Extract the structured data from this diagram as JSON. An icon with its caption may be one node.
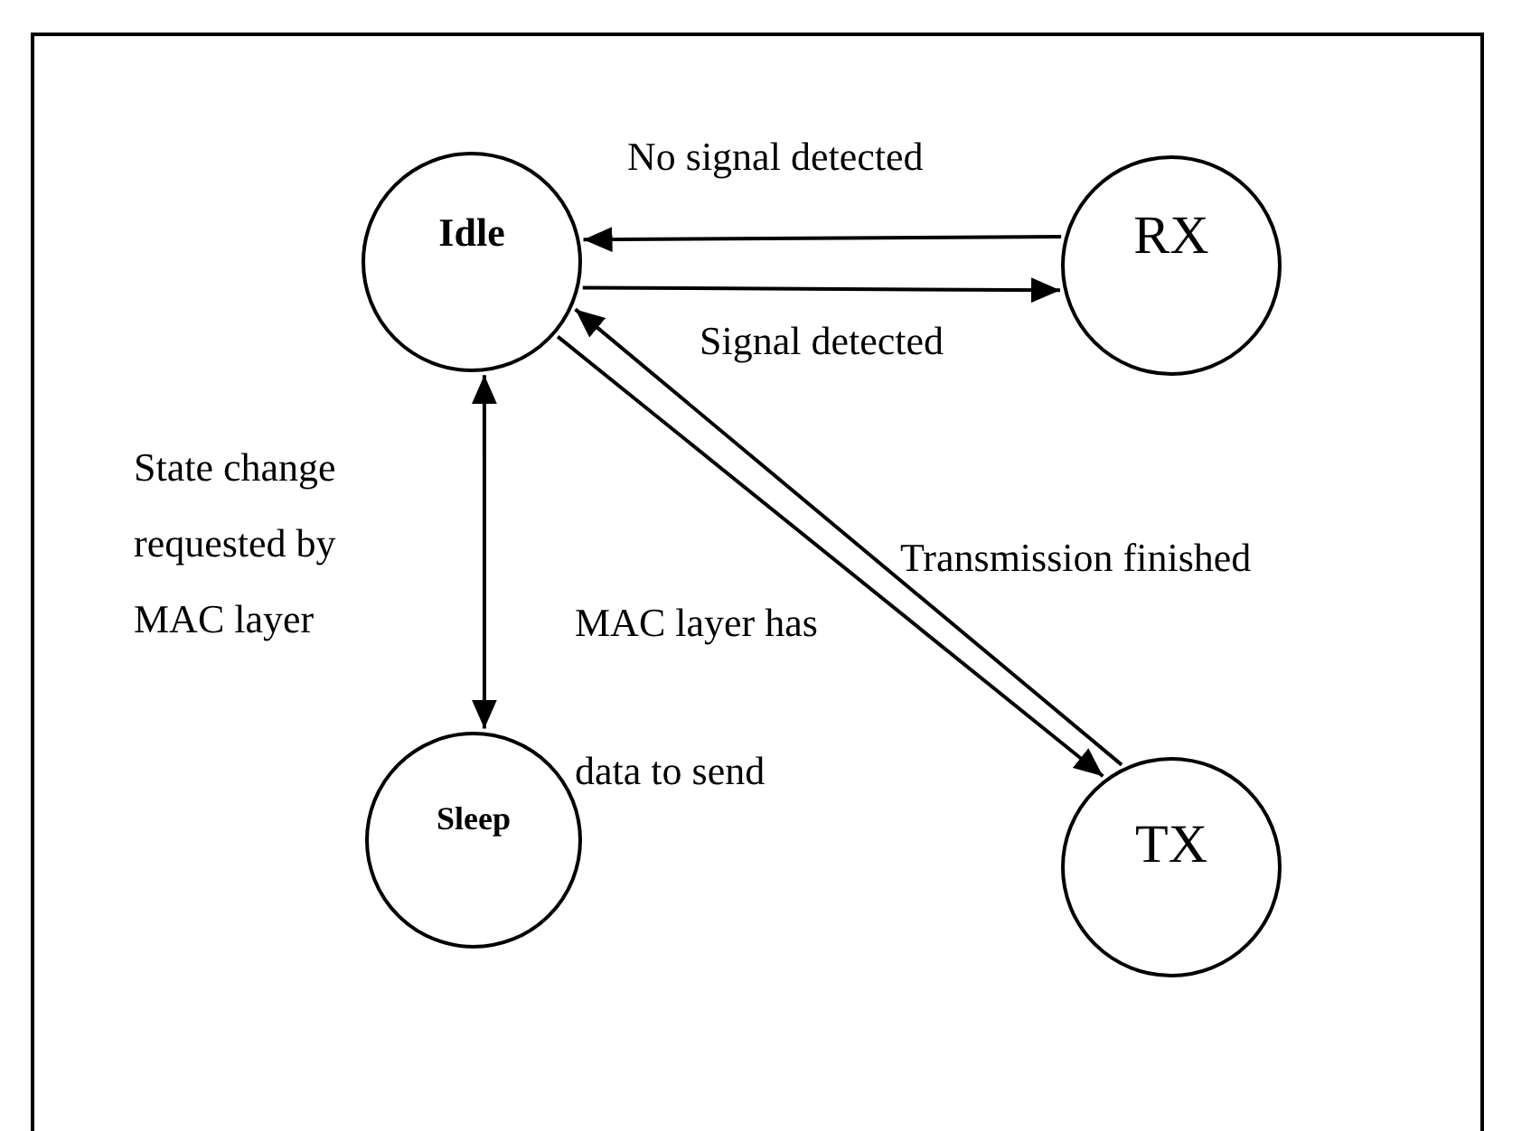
{
  "diagram": {
    "nodes": [
      {
        "text": [
          "Idle"
        ]
      },
      {
        "text": [
          "RX"
        ]
      },
      {
        "text": [
          "Sleep"
        ]
      },
      {
        "text": [
          "TX"
        ]
      }
    ],
    "edges": [
      {
        "from": 1,
        "to": 0,
        "arrow": "to",
        "label": "No signal detected"
      },
      {
        "from": 0,
        "to": 1,
        "arrow": "to",
        "label": "Signal detected"
      },
      {
        "from": 0,
        "to": 2,
        "arrow": "both",
        "label": "State change requested by MAC layer"
      },
      {
        "from": 0,
        "to": 3,
        "arrow": "to",
        "label": "MAC layer has data to send"
      },
      {
        "from": 3,
        "to": 0,
        "arrow": "to",
        "label": "Transmission finished"
      }
    ]
  }
}
